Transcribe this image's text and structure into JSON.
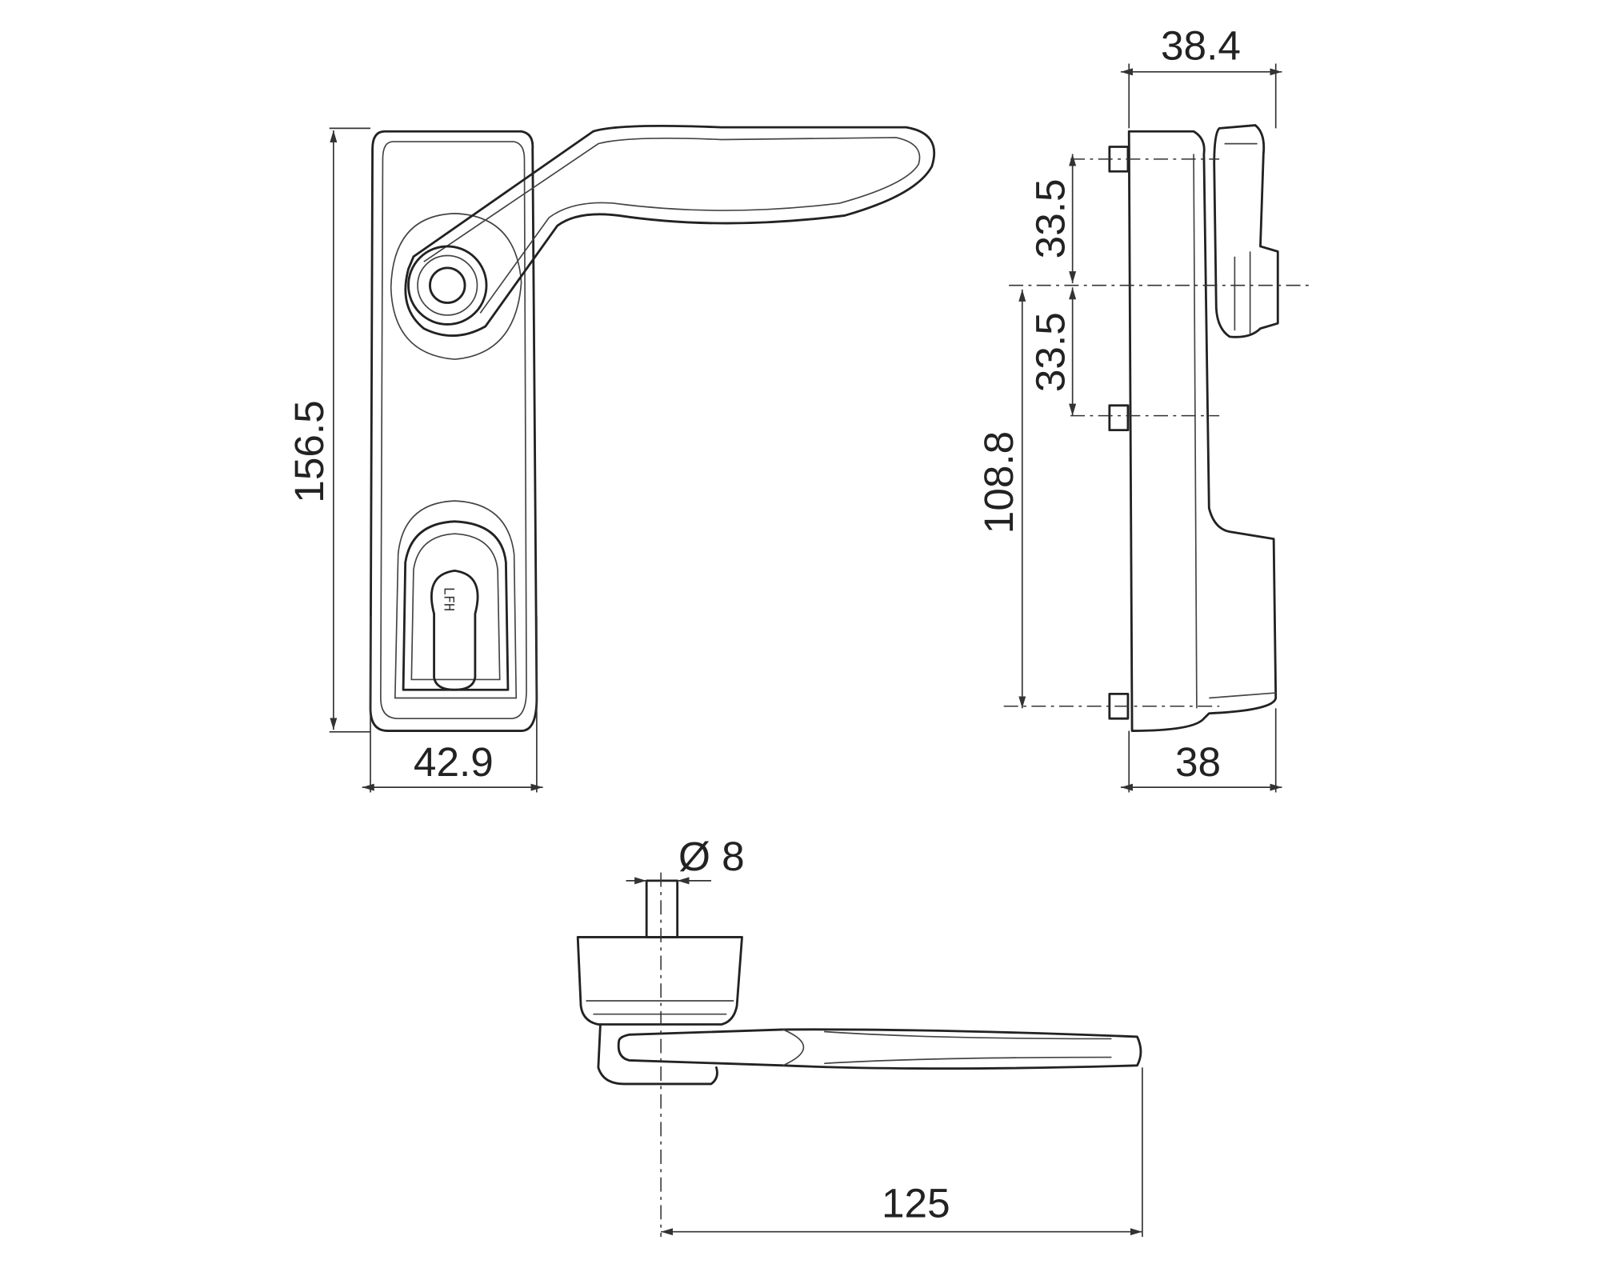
{
  "drawing": {
    "front_view": {
      "height_label": "156.5",
      "width_label": "42.9"
    },
    "side_view": {
      "depth_top_label": "38.4",
      "upper_spacing_label": "33.5",
      "lower_spacing_label": "33.5",
      "screw_span_label": "108.8",
      "depth_bottom_label": "38"
    },
    "top_view": {
      "spindle_label": "Ø 8",
      "lever_length_label": "125"
    },
    "colors": {
      "line": "#222222",
      "background": "#ffffff"
    }
  }
}
